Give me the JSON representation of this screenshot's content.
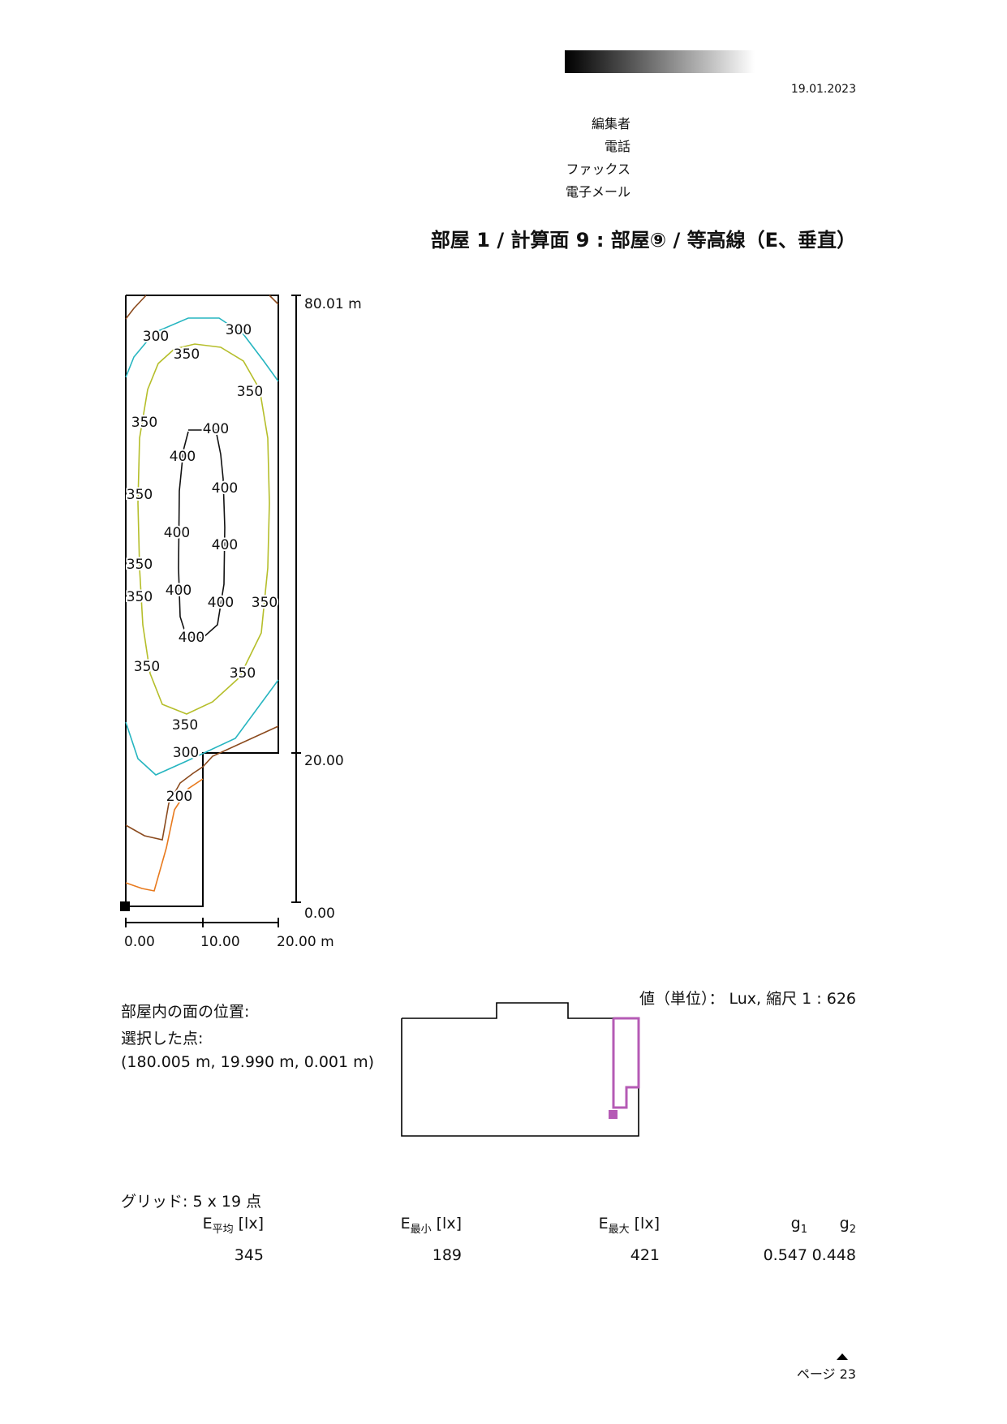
{
  "header": {
    "date": "19.01.2023",
    "contact": [
      "編集者",
      "電話",
      "ファックス",
      "電子メール"
    ],
    "title": "部屋 1 / 計算面 9 : 部屋⑨ / 等高線（E、垂直）"
  },
  "plot": {
    "y_axis": {
      "top_label": "80.01 m",
      "mid_label": "20.00",
      "bottom_label": "0.00"
    },
    "x_axis": {
      "labels": [
        "0.00",
        "10.00",
        "20.00 m"
      ]
    },
    "contour_labels": [
      "300",
      "300",
      "350",
      "350",
      "350",
      "400",
      "400",
      "400",
      "350",
      "400",
      "400",
      "350",
      "350",
      "400",
      "400",
      "350",
      "400",
      "350",
      "350",
      "350",
      "300",
      "200"
    ],
    "colors": {
      "c200": "#e87a1e",
      "c250": "#8b4a1d",
      "c300": "#26b5c0",
      "c350": "#b5be2a",
      "c400": "#111111"
    }
  },
  "info": {
    "position_label": "部屋内の面の位置:",
    "selected_label": "選択した点:",
    "coords": "(180.005 m, 19.990 m, 0.001 m)",
    "units": "値（単位）：  Lux, 縮尺 1 : 626",
    "highlight_color": "#b55bb5"
  },
  "grid": {
    "label": "グリッド: 5 x 19 点"
  },
  "stats": {
    "headers": [
      {
        "main": "E",
        "sub": "平均",
        "unit": " [lx]"
      },
      {
        "main": "E",
        "sub": "最小",
        "unit": " [lx]"
      },
      {
        "main": "E",
        "sub": "最大",
        "unit": " [lx]"
      },
      {
        "main": "g",
        "sub": "1",
        "unit": ""
      },
      {
        "main": "g",
        "sub": "2",
        "unit": ""
      }
    ],
    "values": [
      "345",
      "189",
      "421",
      "0.547",
      "0.448"
    ]
  },
  "footer": {
    "page": "ページ 23"
  }
}
